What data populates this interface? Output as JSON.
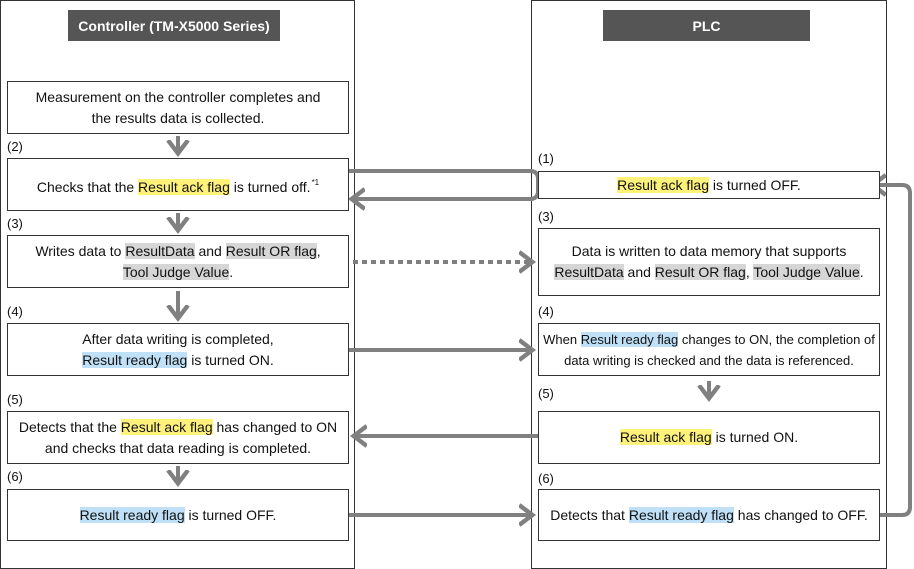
{
  "controller": {
    "title": "Controller (TM-X5000 Series)",
    "box0": {
      "line1": "Measurement on the controller completes and",
      "line2": "the results data is collected."
    },
    "step2": {
      "label": "(2)",
      "pre": "Checks that the ",
      "flag": "Result ack flag",
      "post": " is turned off.",
      "note": "*1"
    },
    "step3": {
      "label": "(3)",
      "pre": "Writes data to ",
      "term1": "ResultData",
      "mid": " and ",
      "term2": "Result OR flag",
      "comma": ",",
      "term3": "Tool Judge Value",
      "end": "."
    },
    "step4": {
      "label": "(4)",
      "line1": "After data writing is completed,",
      "flag": "Result ready flag",
      "post": " is turned ON."
    },
    "step5": {
      "label": "(5)",
      "pre": "Detects that the ",
      "flag": "Result ack flag",
      "post": " has changed to ON",
      "line2": "and checks that data reading is completed."
    },
    "step6": {
      "label": "(6)",
      "flag": "Result ready flag",
      "post": " is turned OFF."
    }
  },
  "plc": {
    "title": "PLC",
    "step1": {
      "label": "(1)",
      "flag": "Result ack flag",
      "post": " is turned OFF."
    },
    "step3": {
      "label": "(3)",
      "line1": "Data is written to data memory that supports",
      "term1": "ResultData",
      "mid": " and ",
      "term2": "Result OR flag",
      "comma": ", ",
      "term3": "Tool Judge Value",
      "end": "."
    },
    "step4": {
      "label": "(4)",
      "pre": "When ",
      "flag": "Result ready flag",
      "post": " changes to ON, the completion of",
      "line2": "data writing is checked and the data is referenced."
    },
    "step5": {
      "label": "(5)",
      "flag": "Result ack flag",
      "post": " is turned ON."
    },
    "step6": {
      "label": "(6)",
      "pre": "Detects that ",
      "flag": "Result ready flag",
      "post": " has changed to OFF."
    }
  },
  "colors": {
    "header_bg": "#555555",
    "arrow": "#808080",
    "highlight_ack": "#fff27a",
    "highlight_data": "#d6d6d6",
    "highlight_ready": "#bfe0f7"
  }
}
